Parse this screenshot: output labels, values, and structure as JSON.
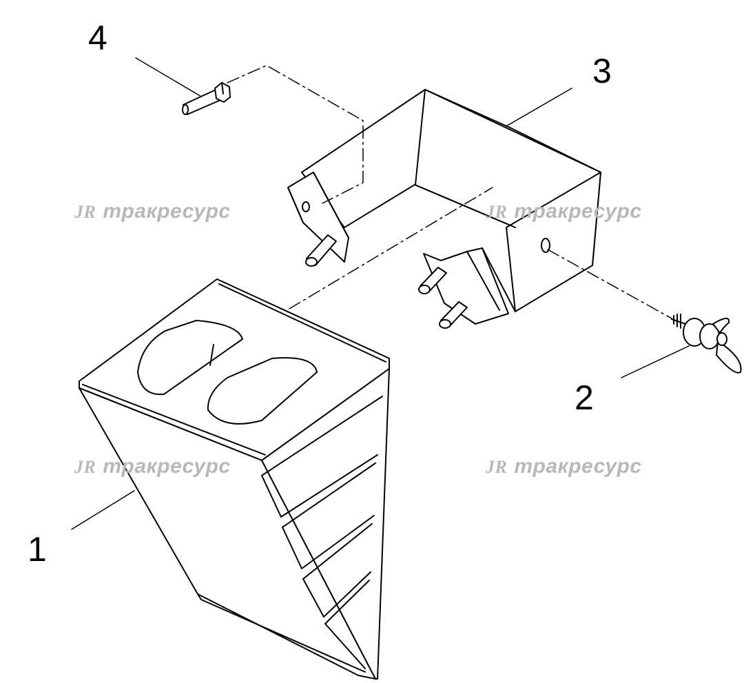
{
  "labels": {
    "part_1": "1",
    "part_2": "2",
    "part_3": "3",
    "part_4": "4"
  },
  "watermark": {
    "logo": "JR",
    "text": "тракресурс"
  },
  "colors": {
    "line": "#000000",
    "watermark": "#b8b8b8",
    "background": "#ffffff"
  }
}
